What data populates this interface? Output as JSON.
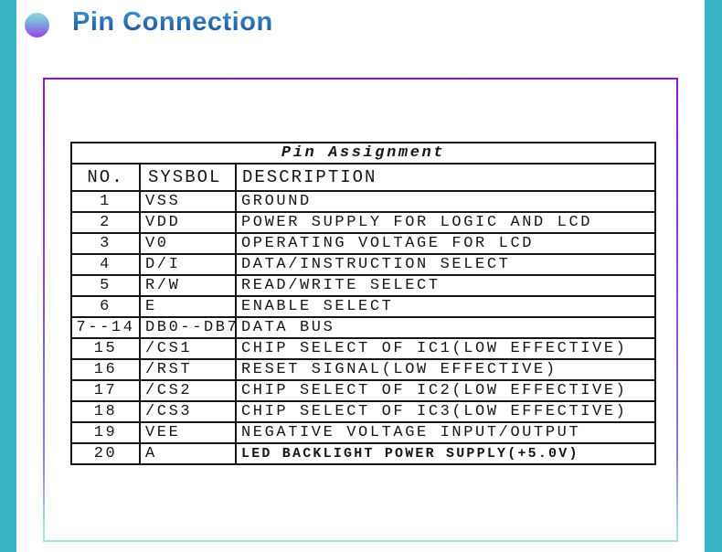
{
  "page": {
    "heading": "Pin Connection"
  },
  "colors": {
    "side_bar": "#3ab4c6",
    "panel_border_top": "#9013d1",
    "panel_border_bottom": "#a9e2e6",
    "heading_blue_top": "#3d9bd8",
    "heading_blue_bottom": "#1f4e96",
    "table_line": "#161616"
  },
  "table": {
    "title": "Pin Assignment",
    "columns": [
      "NO.",
      "SYSBOL",
      "DESCRIPTION"
    ],
    "rows": [
      {
        "no": "1",
        "symbol": "VSS",
        "description": "GROUND"
      },
      {
        "no": "2",
        "symbol": "VDD",
        "description": "POWER SUPPLY FOR LOGIC AND LCD"
      },
      {
        "no": "3",
        "symbol": "V0",
        "description": "OPERATING VOLTAGE FOR LCD"
      },
      {
        "no": "4",
        "symbol": "D/I",
        "description": "DATA/INSTRUCTION SELECT"
      },
      {
        "no": "5",
        "symbol": "R/W",
        "description": "READ/WRITE SELECT"
      },
      {
        "no": "6",
        "symbol": "E",
        "description": "ENABLE SELECT"
      },
      {
        "no": "7--14",
        "symbol": "DB0--DB7",
        "description": "DATA BUS"
      },
      {
        "no": "15",
        "symbol": "/CS1",
        "description": "CHIP SELECT OF IC1(LOW EFFECTIVE)"
      },
      {
        "no": "16",
        "symbol": "/RST",
        "description": "RESET SIGNAL(LOW EFFECTIVE)"
      },
      {
        "no": "17",
        "symbol": "/CS2",
        "description": "CHIP SELECT OF IC2(LOW EFFECTIVE)"
      },
      {
        "no": "18",
        "symbol": "/CS3",
        "description": "CHIP SELECT OF IC3(LOW EFFECTIVE)"
      },
      {
        "no": "19",
        "symbol": "VEE",
        "description": "NEGATIVE VOLTAGE INPUT/OUTPUT"
      },
      {
        "no": "20",
        "symbol": "A",
        "description": "LED BACKLIGHT POWER SUPPLY(+5.0V)",
        "small": true
      }
    ]
  }
}
